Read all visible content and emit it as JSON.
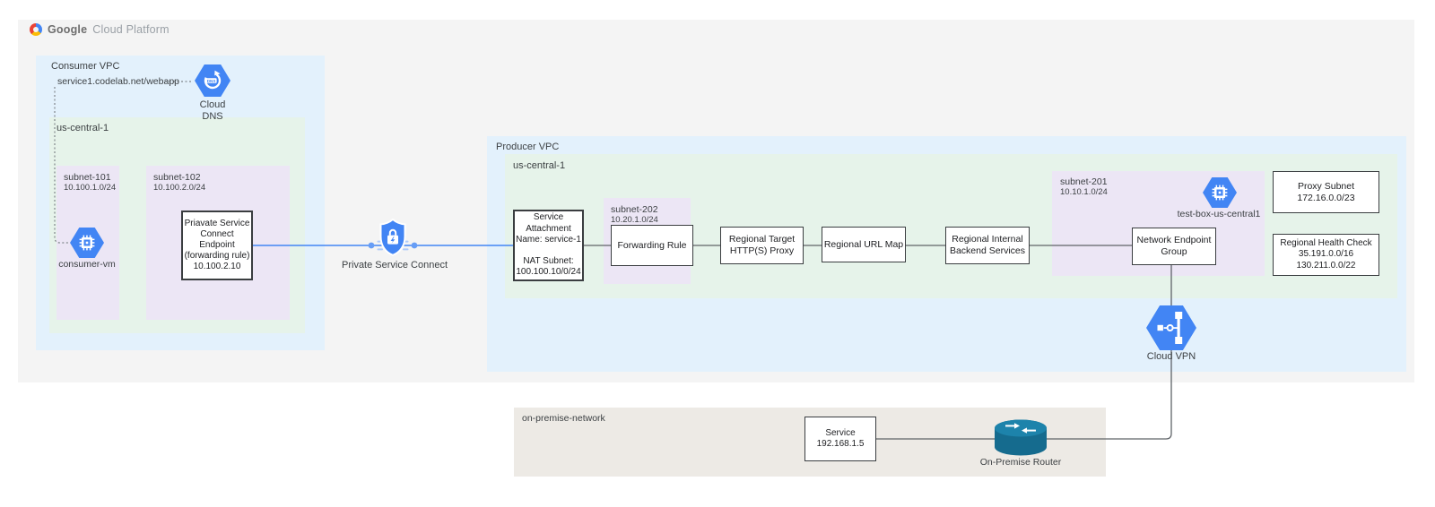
{
  "brand": {
    "google": "Google",
    "rest": "Cloud Platform"
  },
  "consumer": {
    "vpc_label": "Consumer VPC",
    "dns_record": "service1.codelab.net/webapp",
    "dns_caption": "Cloud\nDNS",
    "region_label": "us-central-1",
    "subnet101_name": "subnet-101",
    "subnet101_cidr": "10.100.1.0/24",
    "vm_caption": "consumer-vm",
    "subnet102_name": "subnet-102",
    "subnet102_cidr": "10.100.2.0/24",
    "endpoint_box": "Priavate Service\nConnect Endpoint\n(forwarding rule)\n10.100.2.10"
  },
  "psc_caption": "Private Service Connect",
  "producer": {
    "vpc_label": "Producer VPC",
    "region_label": "us-central-1",
    "service_attachment_box": "Service\nAttachment\nName: service-1\n\nNAT Subnet:\n100.100.10/0/24",
    "subnet202_name": "subnet-202",
    "subnet202_cidr": "10.20.1.0/24",
    "forwarding_rule_box": "Forwarding Rule",
    "target_proxy_box": "Regional Target\nHTTP(S) Proxy",
    "url_map_box": "Regional URL Map",
    "backend_services_box": "Regional Internal\nBackend Services",
    "subnet201_name": "subnet-201",
    "subnet201_cidr": "10.10.1.0/24",
    "testbox_caption": "test-box-us-central1",
    "neg_box": "Network Endpoint\nGroup",
    "proxy_subnet_box": "Proxy Subnet\n172.16.0.0/23",
    "health_check_box": "Regional Health Check\n35.191.0.0/16\n130.211.0.0/22",
    "vpn_caption": "Cloud VPN"
  },
  "onprem": {
    "label": "on-premise-network",
    "service_box": "Service\n192.168.1.5",
    "router_caption": "On-Premise Router"
  },
  "colors": {
    "accent_blue": "#4285f4",
    "line_gray": "#5f6368",
    "canvas_gray": "#f4f4f4",
    "vpc_blue": "#e3f1fc",
    "region_green": "#e6f3ea",
    "subnet_purple": "#ece6f5",
    "onprem_beige": "#edeae5",
    "router_teal": "#1d83ab"
  },
  "icons": {
    "gcp-logo-icon": "multicolor-donut",
    "cloud-dns-icon": "blue-hexagon-refresh-dns",
    "compute-engine-icon": "blue-hexagon-chip",
    "private-service-connect-icon": "blue-shield-lock",
    "cloud-vpn-icon": "blue-hexagon-vpn-link",
    "on-premise-router-icon": "teal-router-cylinder"
  }
}
